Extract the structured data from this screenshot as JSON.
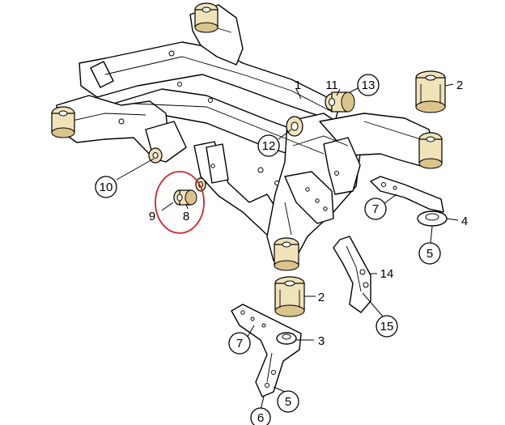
{
  "callouts": [
    {
      "id": "1",
      "circled": false
    },
    {
      "id": "11",
      "circled": false
    },
    {
      "id": "13",
      "circled": true
    },
    {
      "id": "2",
      "circled": false
    },
    {
      "id": "12",
      "circled": true
    },
    {
      "id": "10",
      "circled": true
    },
    {
      "id": "9",
      "circled": false
    },
    {
      "id": "8",
      "circled": false
    },
    {
      "id": "7",
      "circled": true
    },
    {
      "id": "4",
      "circled": false
    },
    {
      "id": "5",
      "circled": true
    },
    {
      "id": "14",
      "circled": false
    },
    {
      "id": "15",
      "circled": true
    },
    {
      "id": "2",
      "circled": false
    },
    {
      "id": "7",
      "circled": true
    },
    {
      "id": "3",
      "circled": false
    },
    {
      "id": "5",
      "circled": true
    },
    {
      "id": "6",
      "circled": true
    }
  ],
  "colors": {
    "line": "#000000",
    "bushing": "#f1e3b9",
    "highlight": "#d2232a",
    "background": "#ffffff"
  }
}
